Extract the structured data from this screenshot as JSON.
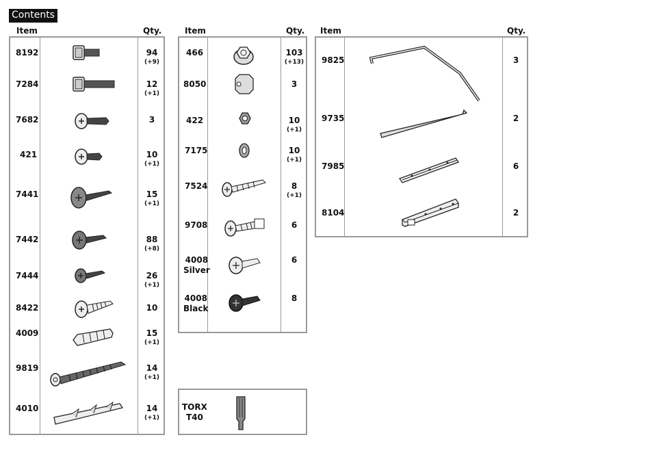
{
  "title": "Contents",
  "headers": {
    "item": "Item",
    "qty": "Qty."
  },
  "table1": [
    {
      "item": "8192",
      "qty": "94",
      "extra": "(+9)",
      "icon": "square-head-bolt-icon"
    },
    {
      "item": "7284",
      "qty": "12",
      "extra": "(+1)",
      "icon": "long-square-head-bolt-icon"
    },
    {
      "item": "7682",
      "qty": "3",
      "extra": "",
      "icon": "phillips-screw-icon"
    },
    {
      "item": "421",
      "qty": "10",
      "extra": "(+1)",
      "icon": "short-phillips-screw-icon"
    },
    {
      "item": "7441",
      "qty": "15",
      "extra": "(+1)",
      "icon": "wafer-head-screw-icon"
    },
    {
      "item": "7442",
      "qty": "88",
      "extra": "(+8)",
      "icon": "pan-head-screw-icon"
    },
    {
      "item": "7444",
      "qty": "26",
      "extra": "(+1)",
      "icon": "small-pan-head-screw-icon"
    },
    {
      "item": "8422",
      "qty": "10",
      "extra": "",
      "icon": "wood-screw-icon"
    },
    {
      "item": "4009",
      "qty": "15",
      "extra": "(+1)",
      "icon": "wall-plug-icon"
    },
    {
      "item": "9819",
      "qty": "14",
      "extra": "(+1)",
      "icon": "torx-lag-screw-icon"
    },
    {
      "item": "4010",
      "qty": "14",
      "extra": "(+1)",
      "icon": "long-wall-anchor-icon"
    }
  ],
  "table2": [
    {
      "item": "466",
      "qty": "103",
      "extra": "(+13)",
      "icon": "flange-nut-icon"
    },
    {
      "item": "8050",
      "qty": "3",
      "extra": "",
      "icon": "hex-coupling-nut-icon"
    },
    {
      "item": "422",
      "qty": "10",
      "extra": "(+1)",
      "icon": "hex-nut-icon"
    },
    {
      "item": "7175",
      "qty": "10",
      "extra": "(+1)",
      "icon": "washer-icon"
    },
    {
      "item": "7524",
      "qty": "8",
      "extra": "(+1)",
      "icon": "self-drilling-screw-icon"
    },
    {
      "item": "9708",
      "qty": "6",
      "extra": "",
      "icon": "drill-point-screw-icon"
    },
    {
      "item": "4008\nSilver",
      "qty": "6",
      "extra": "",
      "icon": "silver-tek-screw-icon"
    },
    {
      "item": "4008\nBlack",
      "qty": "8",
      "extra": "",
      "icon": "black-tek-screw-icon"
    }
  ],
  "table3": [
    {
      "item": "9825",
      "qty": "3",
      "icon": "bent-rod-icon"
    },
    {
      "item": "9735",
      "qty": "2",
      "icon": "flat-bar-icon"
    },
    {
      "item": "7985",
      "qty": "6",
      "icon": "bracket-strip-icon"
    },
    {
      "item": "8104",
      "qty": "2",
      "icon": "angle-bracket-icon"
    }
  ],
  "tool": {
    "name": "TORX\nT40",
    "icon": "torx-bit-icon"
  }
}
